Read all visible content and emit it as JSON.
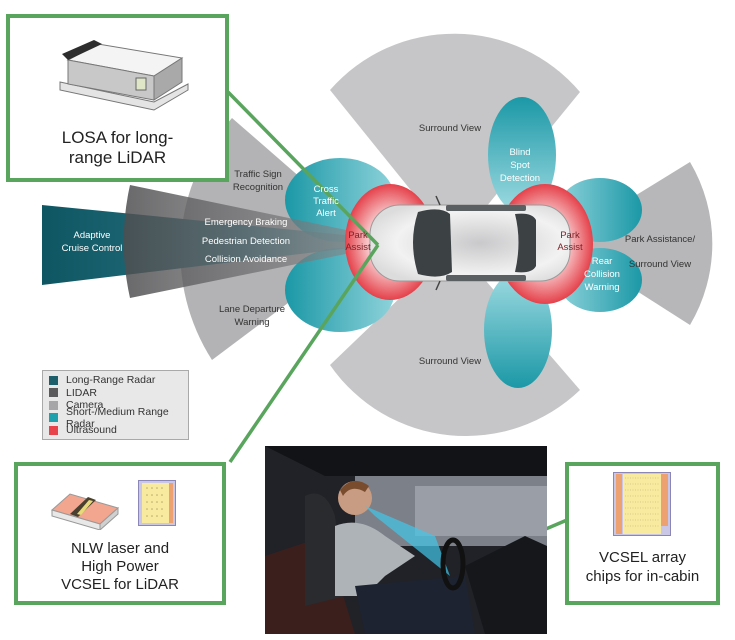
{
  "callouts": {
    "losa": {
      "line1": "LOSA for long-",
      "line2": "range LiDAR"
    },
    "nlw": {
      "line1": "NLW laser and",
      "line2": "High Power",
      "line3": "VCSEL for LiDAR"
    },
    "vcsel": {
      "line1": "VCSEL array",
      "line2": "chips for in-cabin"
    }
  },
  "zones": {
    "acc": {
      "line1": "Adaptive",
      "line2": "Cruise Control"
    },
    "traffic_sign": {
      "line1": "Traffic Sign",
      "line2": "Recognition"
    },
    "emergency_braking": "Emergency Braking",
    "pedestrian_detection": "Pedestrian Detection",
    "collision_avoidance": "Collision Avoidance",
    "lane_departure": {
      "line1": "Lane Departure",
      "line2": "Warning"
    },
    "cross_traffic": {
      "line1": "Cross",
      "line2": "Traffic",
      "line3": "Alert"
    },
    "park_assist_front": {
      "line1": "Park",
      "line2": "Assist"
    },
    "park_assist_rear": {
      "line1": "Park",
      "line2": "Assist"
    },
    "surround_top": "Surround View",
    "surround_bottom": "Surround View",
    "blind_spot": {
      "line1": "Blind",
      "line2": "Spot",
      "line3": "Detection"
    },
    "rear_collision": {
      "line1": "Rear",
      "line2": "Collision",
      "line3": "Warning"
    },
    "park_surround_rear": {
      "line1": "Park Assistance/",
      "line2": "Surround View"
    }
  },
  "legend": [
    {
      "label": "Long-Range Radar",
      "color": "#1d5f6b"
    },
    {
      "label": "LIDAR",
      "color": "#5a5a5c"
    },
    {
      "label": "Camera",
      "color": "#a6a6a8"
    },
    {
      "label": "Short-/Medium Range Radar",
      "color": "#1fa0ad"
    },
    {
      "label": "Ultrasound",
      "color": "#e8434b"
    }
  ],
  "colors": {
    "callout_border": "#5aa55e",
    "long_range_radar": "#1d5f6b",
    "lidar": "#5a5a5c",
    "camera": "#b3b3b5",
    "short_medium_radar": "#1fa0ad",
    "ultrasound": "#e8434b"
  }
}
